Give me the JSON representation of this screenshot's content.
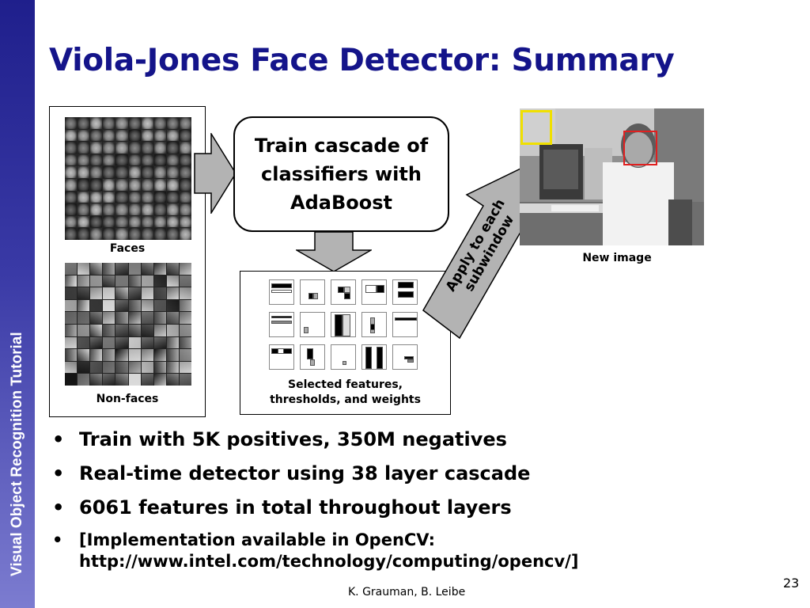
{
  "sidebar": {
    "text": "Visual Object Recognition Tutorial"
  },
  "title": "Viola-Jones Face Detector: Summary",
  "diagram": {
    "faces_label": "Faces",
    "nonfaces_label": "Non-faces",
    "train_lines": [
      "Train cascade of",
      "classifiers with",
      "AdaBoost"
    ],
    "features_caption": [
      "Selected features,",
      "thresholds, and weights"
    ],
    "apply_label": [
      "Apply to each",
      "subwindow"
    ],
    "new_image_label": "New image"
  },
  "bullets": [
    "Train with 5K positives, 350M negatives",
    "Real-time detector using 38 layer cascade",
    "6061 features in total throughout layers"
  ],
  "bullet_small": [
    "[Implementation available in OpenCV:",
    "http://www.intel.com/technology/computing/opencv/]"
  ],
  "bullet_glyph": "•",
  "footer": "K. Grauman, B. Leibe",
  "page_number": "23",
  "colors": {
    "title": "#14148a",
    "sidebar": "#2a2a9a",
    "detection_box": "#e02020",
    "window_box": "#f0e000"
  }
}
